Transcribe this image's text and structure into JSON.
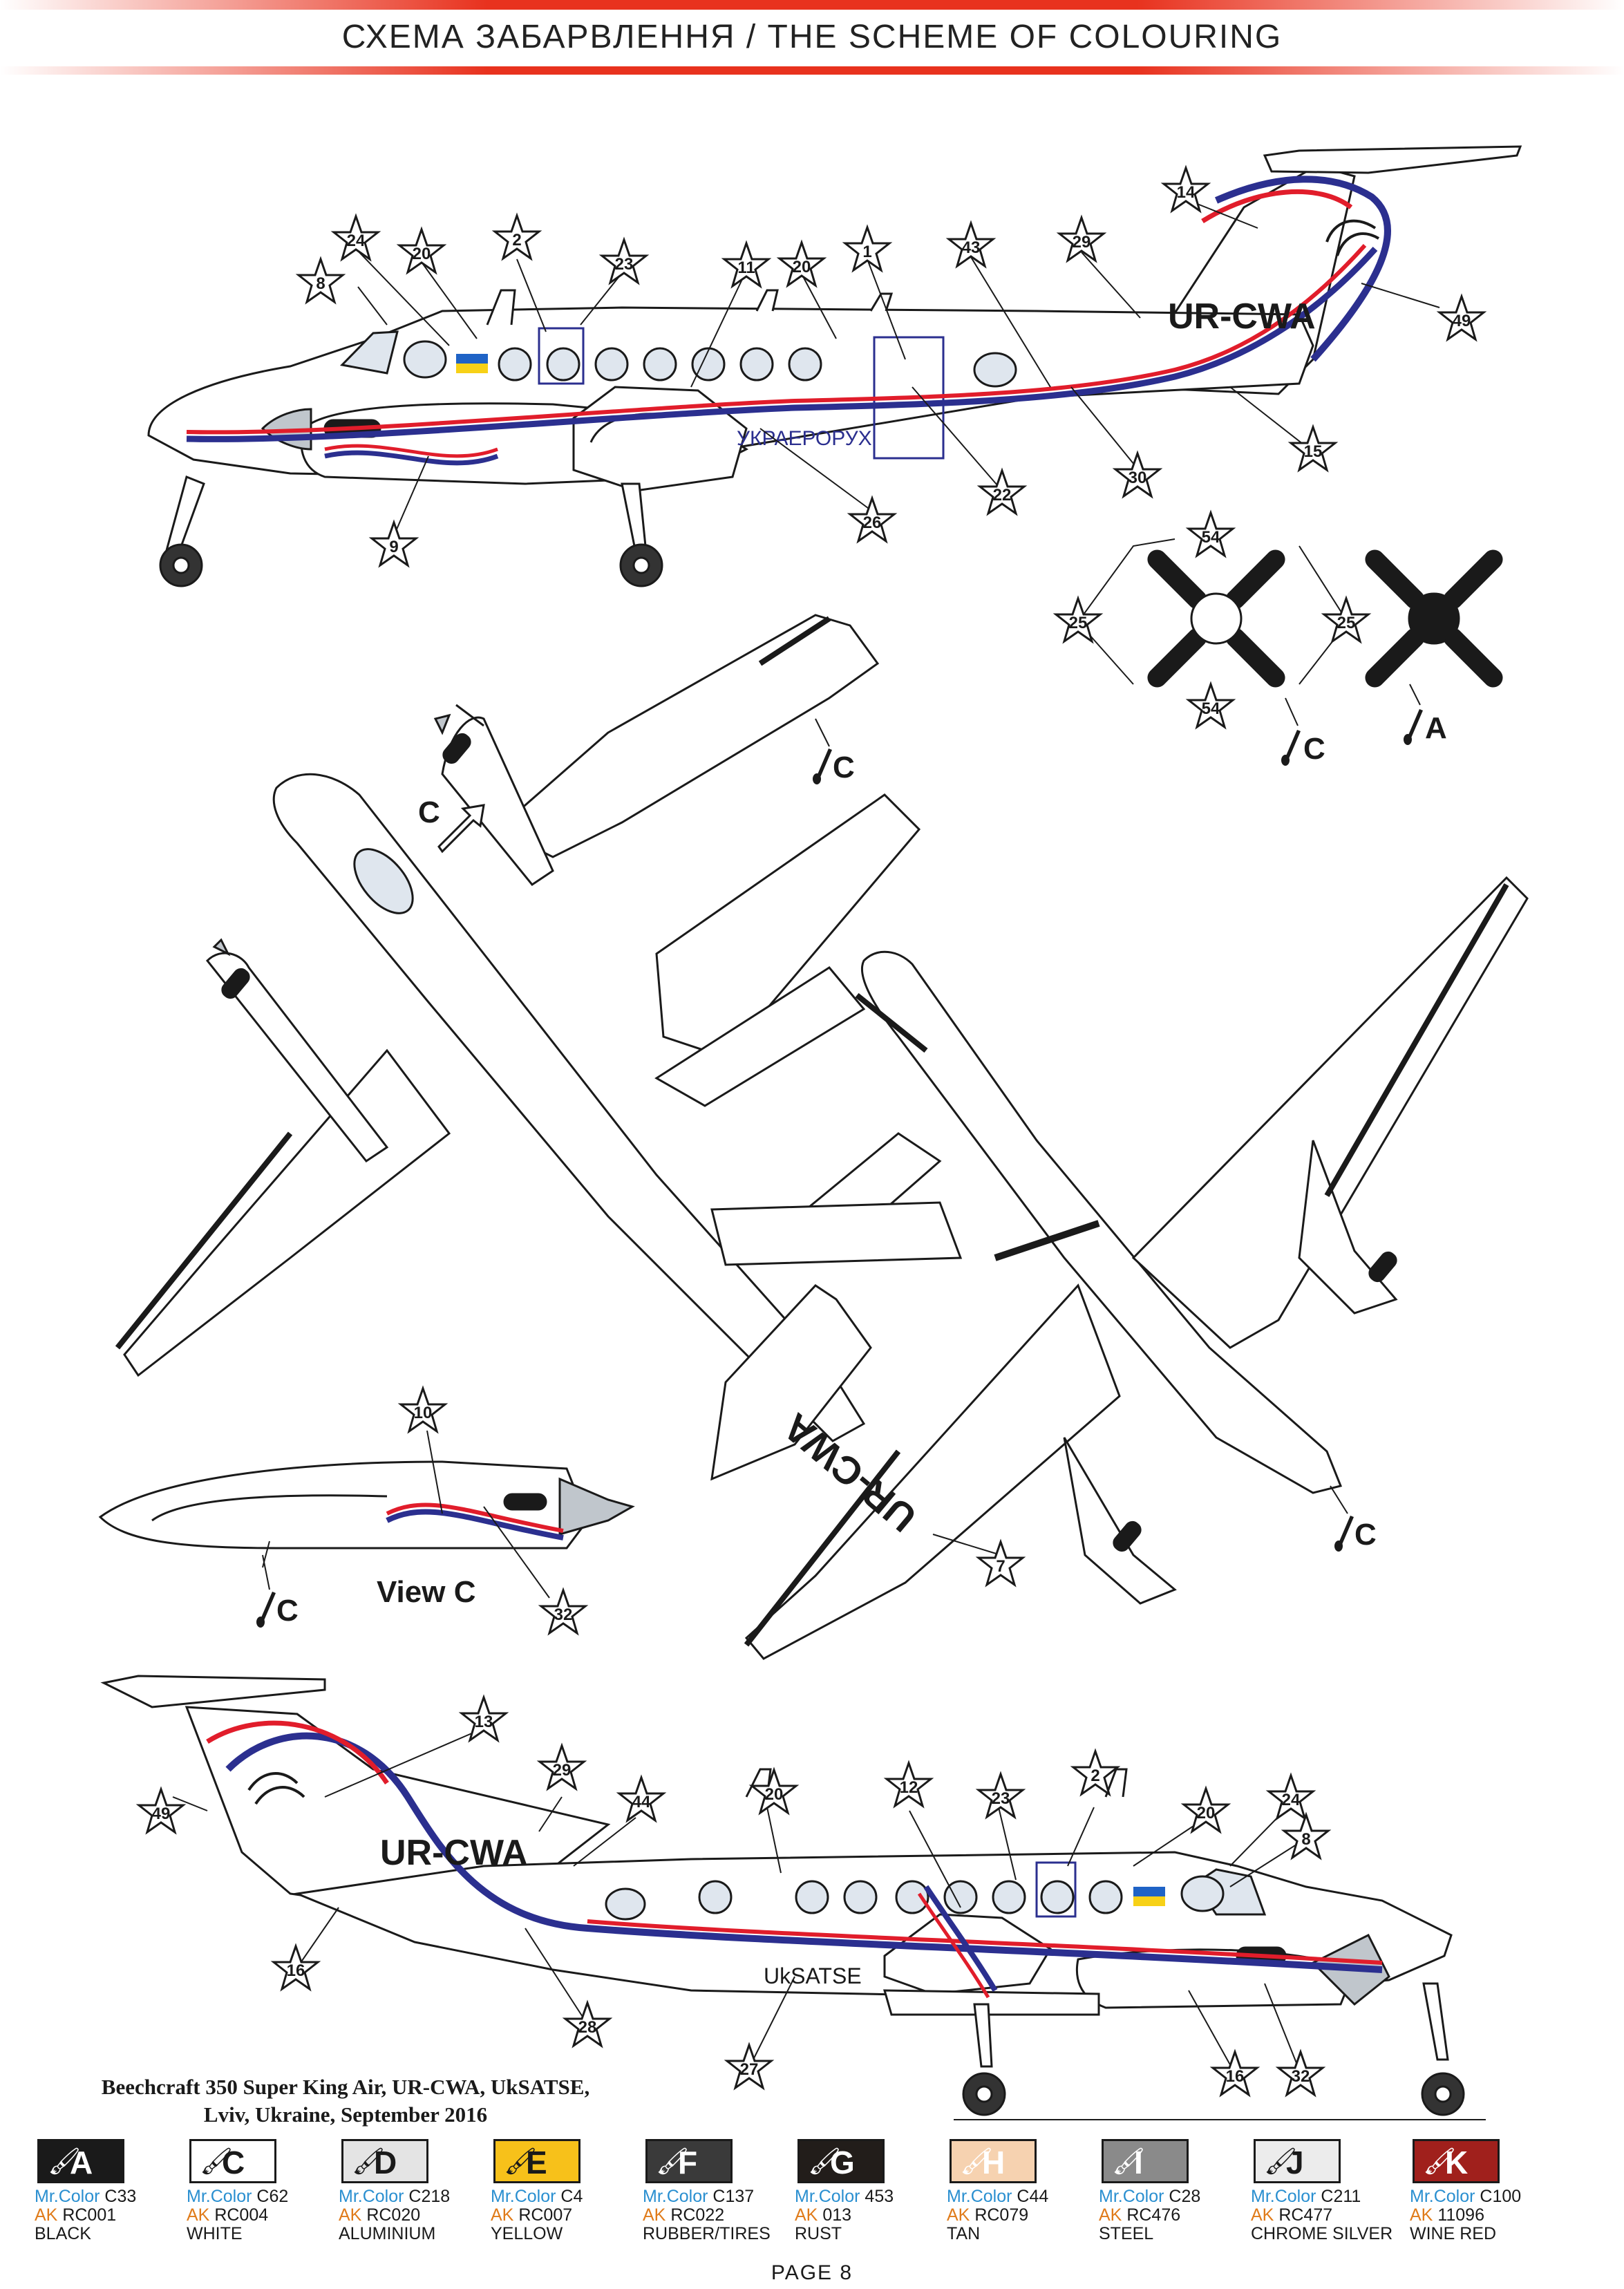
{
  "page_title": "СХЕМА ЗАБАРВЛЕННЯ / THE SCHEME OF COLOURING",
  "registration": "UR-CWA",
  "operator_text_top": "УКРАЕРОРУХ",
  "operator_text_bottom": "UkSATSE",
  "view_label": "View C",
  "arrow_label": "C",
  "caption_line1": "Beechcraft 350 Super King Air, UR-CWA, UkSATSE,",
  "caption_line2": "Lviv, Ukraine, September 2016",
  "page_number": "PAGE 8",
  "stars": {
    "s1": "1",
    "s2": "2",
    "s7": "7",
    "s8": "8",
    "s9": "9",
    "s10": "10",
    "s11": "11",
    "s12": "12",
    "s13": "13",
    "s14": "14",
    "s15": "15",
    "s16": "16",
    "s20": "20",
    "s22": "22",
    "s23": "23",
    "s24": "24",
    "s25": "25",
    "s26": "26",
    "s27": "27",
    "s28": "28",
    "s29": "29",
    "s30": "30",
    "s32": "32",
    "s43": "43",
    "s44": "44",
    "s49": "49",
    "s54": "54"
  },
  "callouts": {
    "c": "C",
    "a": "A"
  },
  "colors": {
    "accent_red": "#e8321e",
    "stripe_blue": "#2b2f8f",
    "stripe_red": "#e11d2b",
    "ukraine_blue": "#1f63c6",
    "ukraine_yellow": "#f7d117"
  },
  "palette": [
    {
      "letter": "A",
      "mr": "Mr.Color",
      "mr_code": "C33",
      "ak": "AK",
      "ak_code": "RC001",
      "name": "BLACK",
      "swatch": "#1a1a1a",
      "fg": "#ffffff"
    },
    {
      "letter": "C",
      "mr": "Mr.Color",
      "mr_code": "C62",
      "ak": "AK",
      "ak_code": "RC004",
      "name": "WHITE",
      "swatch": "#ffffff",
      "fg": "#1a1a1a"
    },
    {
      "letter": "D",
      "mr": "Mr.Color",
      "mr_code": "C218",
      "ak": "AK",
      "ak_code": "RC020",
      "name": "ALUMINIUM",
      "swatch": "#e4e4e4",
      "fg": "#1a1a1a"
    },
    {
      "letter": "E",
      "mr": "Mr.Color",
      "mr_code": "C4",
      "ak": "AK",
      "ak_code": "RC007",
      "name": "YELLOW",
      "swatch": "#f7c11a",
      "fg": "#1a1a1a"
    },
    {
      "letter": "F",
      "mr": "Mr.Color",
      "mr_code": "C137",
      "ak": "AK",
      "ak_code": "RC022",
      "name": "RUBBER/TIRES",
      "swatch": "#3a3a3a",
      "fg": "#ffffff"
    },
    {
      "letter": "G",
      "mr": "Mr.Color",
      "mr_code": "453",
      "ak": "AK",
      "ak_code": "013",
      "name": "RUST",
      "swatch": "#221d1a",
      "fg": "#ffffff"
    },
    {
      "letter": "H",
      "mr": "Mr.Color",
      "mr_code": "C44",
      "ak": "AK",
      "ak_code": "RC079",
      "name": "TAN",
      "swatch": "#f6d2b0",
      "fg": "#ffffff"
    },
    {
      "letter": "I",
      "mr": "Mr.Color",
      "mr_code": "C28",
      "ak": "AK",
      "ak_code": "RC476",
      "name": "STEEL",
      "swatch": "#8a8a8a",
      "fg": "#ffffff"
    },
    {
      "letter": "J",
      "mr": "Mr.Color",
      "mr_code": "C211",
      "ak": "AK",
      "ak_code": "RC477",
      "name": "CHROME SILVER",
      "swatch": "#ececec",
      "fg": "#1a1a1a"
    },
    {
      "letter": "K",
      "mr": "Mr.Color",
      "mr_code": "C100",
      "ak": "AK",
      "ak_code": "11096",
      "name": "WINE RED",
      "swatch": "#a0201c",
      "fg": "#ffffff"
    }
  ]
}
